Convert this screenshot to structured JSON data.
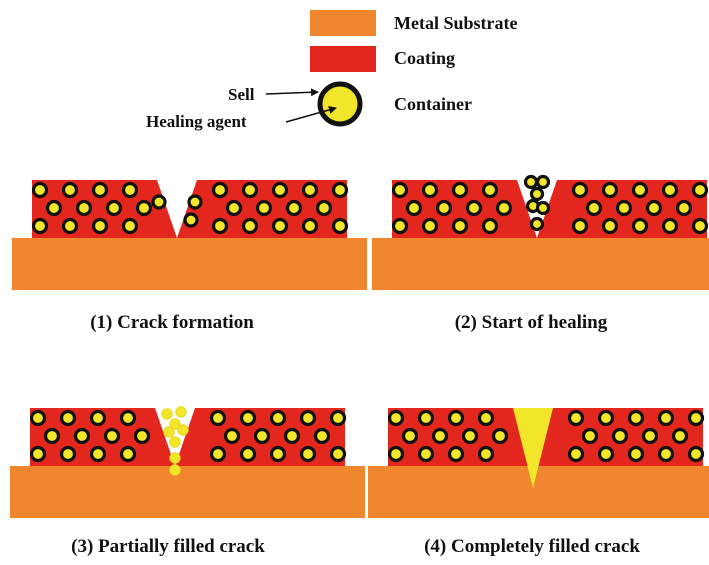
{
  "legend": {
    "substrate_label": "Metal Substrate",
    "coating_label": "Coating",
    "container_label": "Container",
    "shell_label": "Sell",
    "healing_agent_label": "Healing agent"
  },
  "colors": {
    "substrate": "#F0862E",
    "coating": "#E4271E",
    "healing_agent": "#F2E62A",
    "shell": "#111111"
  },
  "panels": [
    {
      "caption": "(1) Crack formation"
    },
    {
      "caption": "(2) Start of healing"
    },
    {
      "caption": "(3) Partially filled crack"
    },
    {
      "caption": "(4) Completely filled crack"
    }
  ]
}
